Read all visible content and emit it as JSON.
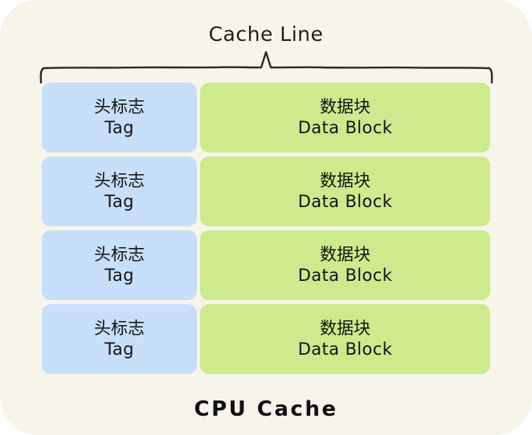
{
  "card": {
    "background_color": "#f7f4ea",
    "title": "Cache Line",
    "footer_label": "CPU Cache"
  },
  "colors": {
    "tag_cell": "#c7dff9",
    "data_cell": "#cdea8c",
    "card_bg": "#f7f4ea",
    "stroke": "#2b2b28",
    "text": "#141414"
  },
  "brace": {
    "name": "cache-line-brace"
  },
  "rows": [
    {
      "tag": {
        "cn": "头标志",
        "en": "Tag"
      },
      "data": {
        "cn": "数据块",
        "en": "Data Block"
      }
    },
    {
      "tag": {
        "cn": "头标志",
        "en": "Tag"
      },
      "data": {
        "cn": "数据块",
        "en": "Data Block"
      }
    },
    {
      "tag": {
        "cn": "头标志",
        "en": "Tag"
      },
      "data": {
        "cn": "数据块",
        "en": "Data Block"
      }
    },
    {
      "tag": {
        "cn": "头标志",
        "en": "Tag"
      },
      "data": {
        "cn": "数据块",
        "en": "Data Block"
      }
    }
  ]
}
